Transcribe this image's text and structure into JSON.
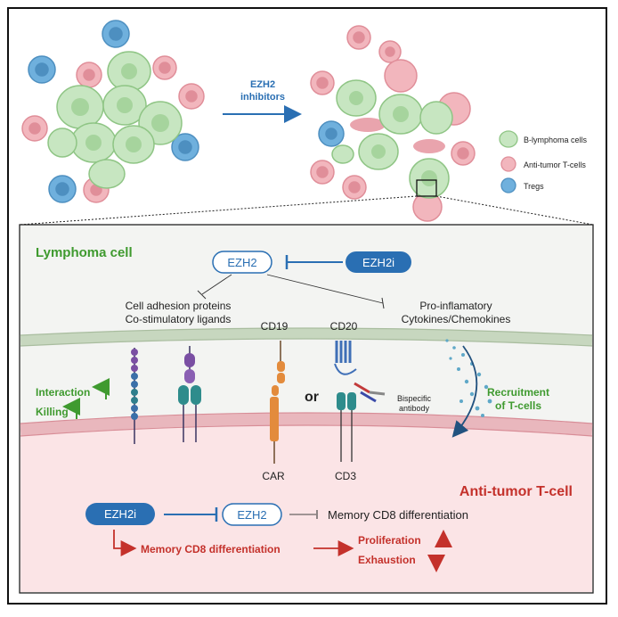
{
  "top": {
    "arrow_label_line1": "EZH2",
    "arrow_label_line2": "inhibitors",
    "legend": [
      {
        "label": "B-lymphoma cells",
        "color": "#b9dfb4"
      },
      {
        "label": "Anti-tumor T-cells",
        "color": "#f2b6bd"
      },
      {
        "label": "Tregs",
        "color": "#6fb0dd"
      }
    ]
  },
  "inset": {
    "lymphoma_title": "Lymphoma cell",
    "ezh2": "EZH2",
    "ezh2i": "EZH2i",
    "adhesion_line1": "Cell adhesion proteins",
    "adhesion_line2": "Co-stimulatory ligands",
    "cytokines_line1": "Pro-inflamatory",
    "cytokines_line2": "Cytokines/Chemokines",
    "cd19": "CD19",
    "cd20": "CD20",
    "or": "or",
    "bispecific_line1": "Bispecific",
    "bispecific_line2": "antibody",
    "car": "CAR",
    "cd3": "CD3",
    "interaction": "Interaction",
    "killing": "Killing",
    "recruitment_line1": "Recruitment",
    "recruitment_line2": "of T-cells",
    "tcell_title": "Anti-tumor T-cell",
    "ezh2i_bottom": "EZH2i",
    "ezh2_bottom": "EZH2",
    "memory_inhibited": "Memory CD8 differentiation",
    "memory_promoted": "Memory CD8 differentiation",
    "proliferation": "Proliferation",
    "exhaustion": "Exhaustion"
  },
  "colors": {
    "green_text": "#3f9a2f",
    "red_text": "#c4312b",
    "blue": "#2a6fb3",
    "membrane_green": "#c7d7bf",
    "membrane_pink": "#e9b7bd"
  }
}
